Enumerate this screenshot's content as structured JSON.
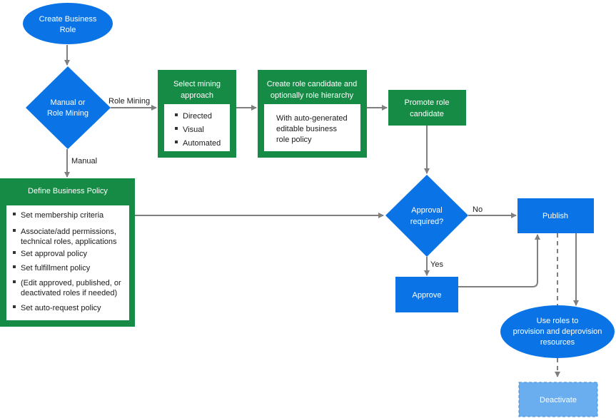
{
  "colors": {
    "blue": "#0a74e6",
    "green": "#168b45",
    "light_blue": "#6aaef0",
    "connector": "#7f7f7f"
  },
  "nodes": {
    "start": {
      "line1": "Create Business",
      "line2": "Role"
    },
    "decision_mining": {
      "line1": "Manual or",
      "line2": "Role Mining"
    },
    "mining_approach": {
      "title_line1": "Select mining",
      "title_line2": "approach",
      "items": [
        "Directed",
        "Visual",
        "Automated"
      ]
    },
    "role_candidate": {
      "title_line1": "Create role candidate and",
      "title_line2": "optionally role hierarchy",
      "body": [
        "With auto-generated",
        "editable business",
        "role policy"
      ]
    },
    "promote": {
      "line1": "Promote role",
      "line2": "candidate"
    },
    "business_policy": {
      "title": "Define Business Policy",
      "items": [
        [
          "Set membership criteria"
        ],
        [
          "Associate/add permissions,",
          "technical roles, applications"
        ],
        [
          "Set approval policy"
        ],
        [
          "Set fulfillment policy"
        ],
        [
          "(Edit approved, published, or",
          "deactivated roles if needed)"
        ],
        [
          "Set auto-request policy"
        ]
      ]
    },
    "decision_approval": {
      "line1": "Approval",
      "line2": "required?"
    },
    "publish": {
      "label": "Publish"
    },
    "approve": {
      "label": "Approve"
    },
    "use_roles": {
      "line1": "Use roles to",
      "line2": "provision and deprovision",
      "line3": "resources"
    },
    "deactivate": {
      "label": "Deactivate"
    }
  },
  "edge_labels": {
    "role_mining": "Role Mining",
    "manual": "Manual",
    "no": "No",
    "yes": "Yes"
  }
}
